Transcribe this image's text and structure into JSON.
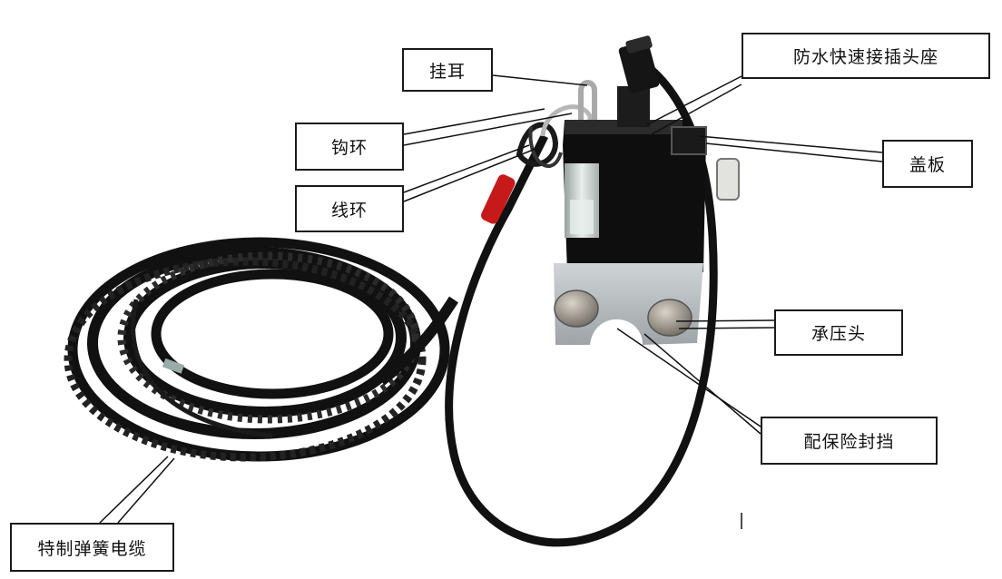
{
  "labels": {
    "hanger": "挂耳",
    "hook_ring": "钩环",
    "wire_loop": "线环",
    "connector": "防水快速接插头座",
    "cover": "盖板",
    "pressure_head": "承压头",
    "guard": "配保险封挡",
    "cable": "特制弹簧电缆"
  },
  "colors": {
    "body": "#0e0e0e",
    "plate": "#b9bfc2",
    "sleeve": "#c61a1a",
    "window": "#cfd6d3",
    "puck": "#8f8a82"
  }
}
